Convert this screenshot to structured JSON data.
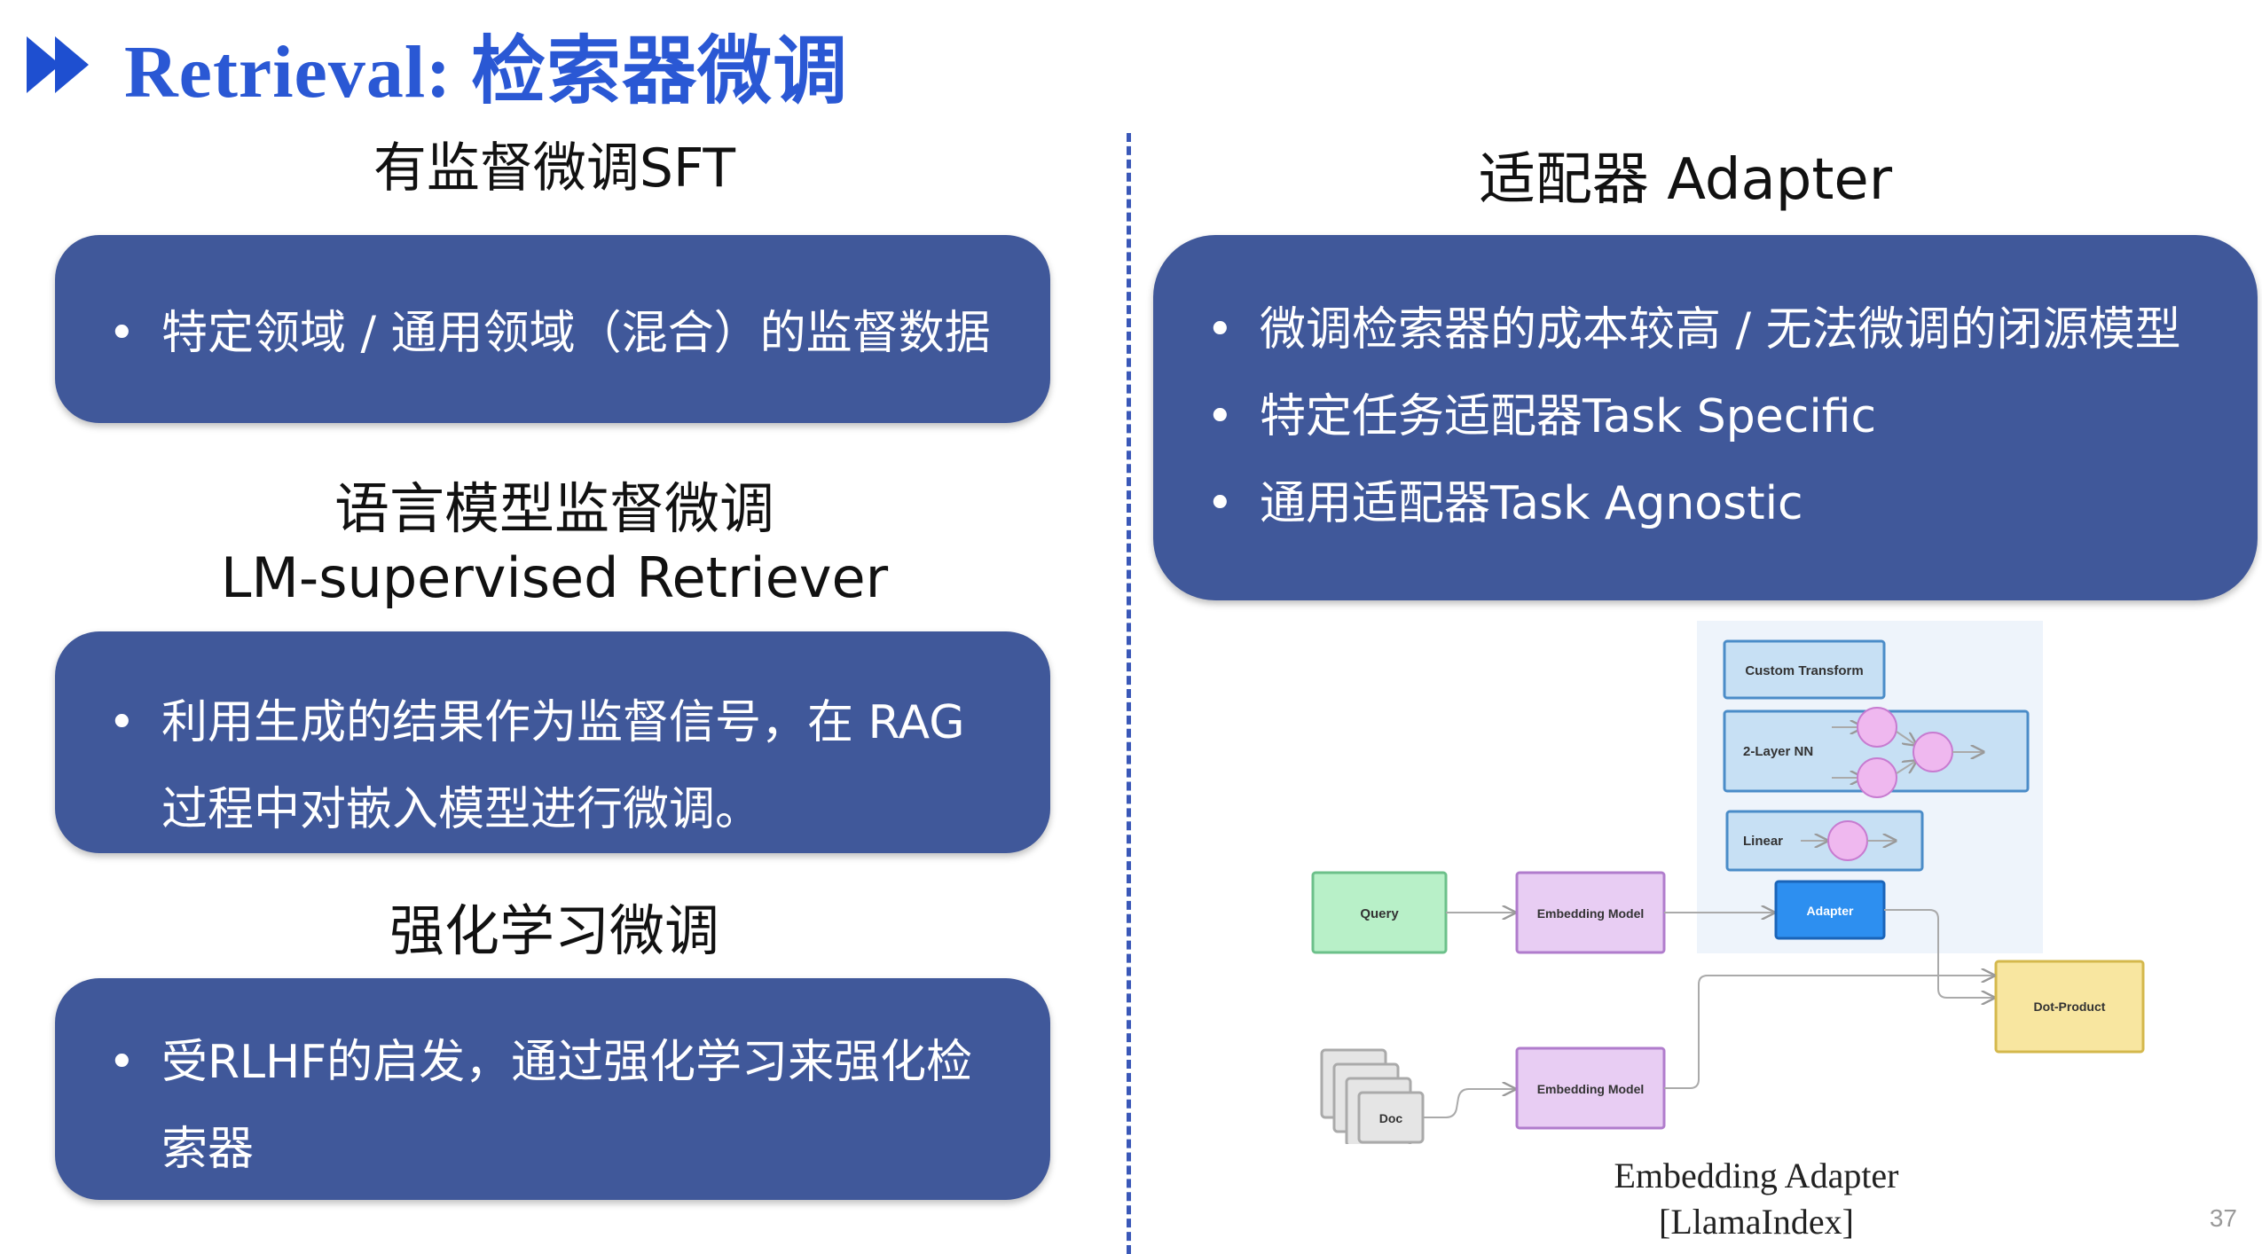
{
  "title": "Retrieval: 检索器微调",
  "left": {
    "sft": {
      "heading": "有监督微调SFT",
      "bullets": [
        "特定领域 / 通用领域（混合）的监督数据"
      ]
    },
    "lm": {
      "heading_line1": "语言模型监督微调",
      "heading_line2": "LM-supervised Retriever",
      "bullets": [
        "利用生成的结果作为监督信号，在 RAG 过程中对嵌入模型进行微调。"
      ]
    },
    "rl": {
      "heading": "强化学习微调",
      "bullets": [
        "受RLHF的启发，通过强化学习来强化检索器"
      ]
    }
  },
  "right": {
    "heading": "适配器 Adapter",
    "bullets": [
      "微调检索器的成本较高 / 无法微调的闭源模型",
      "特定任务适配器Task Specific",
      "通用适配器Task Agnostic"
    ]
  },
  "diagram": {
    "custom_transform": "Custom Transform",
    "two_layer_nn": "2-Layer NN",
    "linear": "Linear",
    "query": "Query",
    "embedding_model_1": "Embedding Model",
    "adapter": "Adapter",
    "dot_product": "Dot-Product",
    "doc": "Doc",
    "embedding_model_2": "Embedding Model"
  },
  "caption": {
    "line1": "Embedding Adapter",
    "line2": "[LlamaIndex]"
  },
  "page_number": "37",
  "colors": {
    "title": "#2a58d4",
    "box": "#40589a",
    "divider": "#3a58b8"
  }
}
